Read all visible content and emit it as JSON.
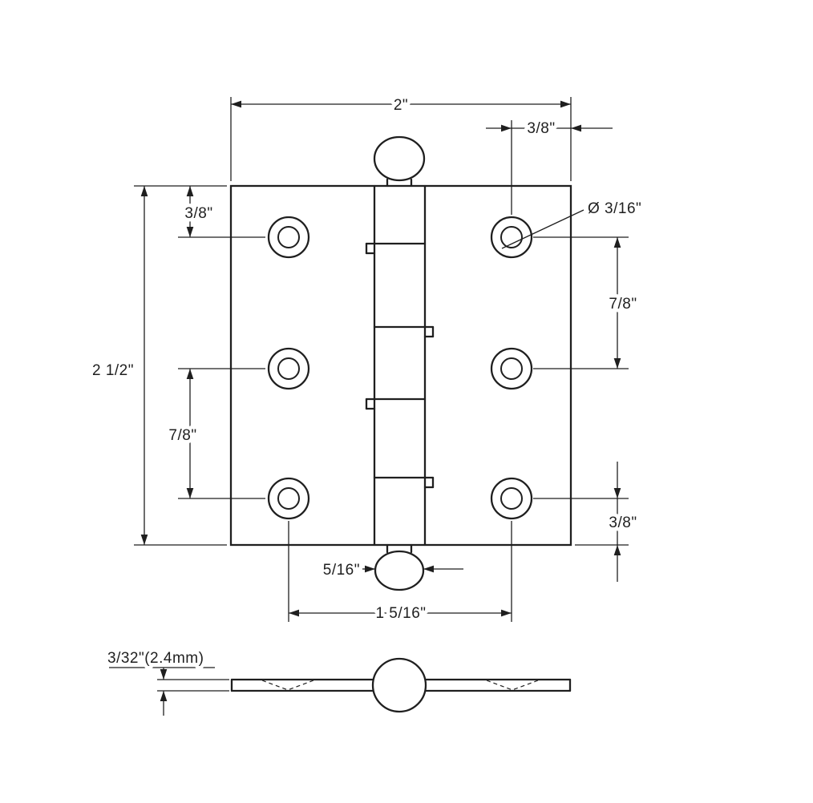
{
  "ink_color": "#1f1f1f",
  "labels": {
    "top_width": "2\"",
    "top_right_offset": "3/8\"",
    "left_top_offset": "3/8\"",
    "overall_height": "2 1/2\"",
    "left_hole_spacing": "7/8\"",
    "right_hole_spacing": "7/8\"",
    "right_bottom_offset": "3/8\"",
    "hole_diameter": "Ø 3/16\"",
    "pin_tip_width": "5/16\"",
    "hole_column_span": "1 5/16\"",
    "leaf_thickness": "3/32\"(2.4mm)"
  }
}
